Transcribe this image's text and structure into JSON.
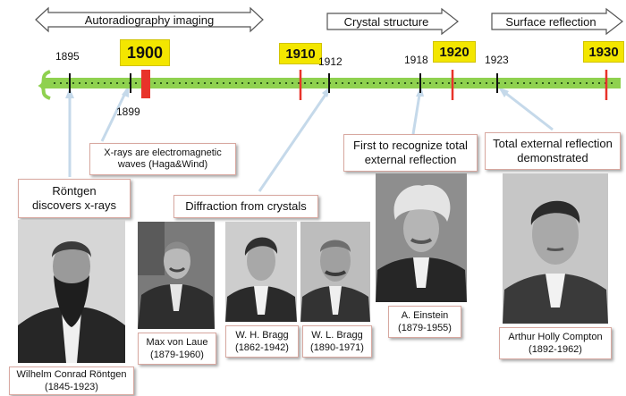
{
  "banners": {
    "autoradiography": "Autoradiography imaging",
    "crystal": "Crystal structure",
    "surface": "Surface reflection"
  },
  "years": {
    "y1895": "1895",
    "y1899": "1899",
    "y1900": "1900",
    "y1910": "1910",
    "y1912": "1912",
    "y1918": "1918",
    "y1920": "1920",
    "y1923": "1923",
    "y1930": "1930"
  },
  "callouts": {
    "xrays_em_line1": "X-rays are electromagnetic",
    "xrays_em_line2": "waves (Haga&Wind)",
    "roentgen_line1": "Röntgen",
    "roentgen_line2": "discovers x-rays",
    "diffraction": "Diffraction from crystals",
    "einstein_line1": "First to recognize total",
    "einstein_line2": "external reflection",
    "compton_line1": "Total external reflection",
    "compton_line2": "demonstrated"
  },
  "people": {
    "roentgen_name": "Wilhelm Conrad Röntgen",
    "roentgen_years": "(1845-1923)",
    "laue_name": "Max von Laue",
    "laue_years": "(1879-1960)",
    "whbragg_name": "W. H. Bragg",
    "whbragg_years": "(1862-1942)",
    "wlbragg_name": "W. L. Bragg",
    "wlbragg_years": "(1890-1971)",
    "einstein_name": "A. Einstein",
    "einstein_years": "(1879-1955)",
    "compton_name": "Arthur Holly Compton",
    "compton_years": "(1892-1962)"
  },
  "colors": {
    "timeline": "#8fd14f",
    "major_marker": "#e8332a",
    "major_label_bg": "#f3e600",
    "pointer": "#c5d9ea"
  }
}
